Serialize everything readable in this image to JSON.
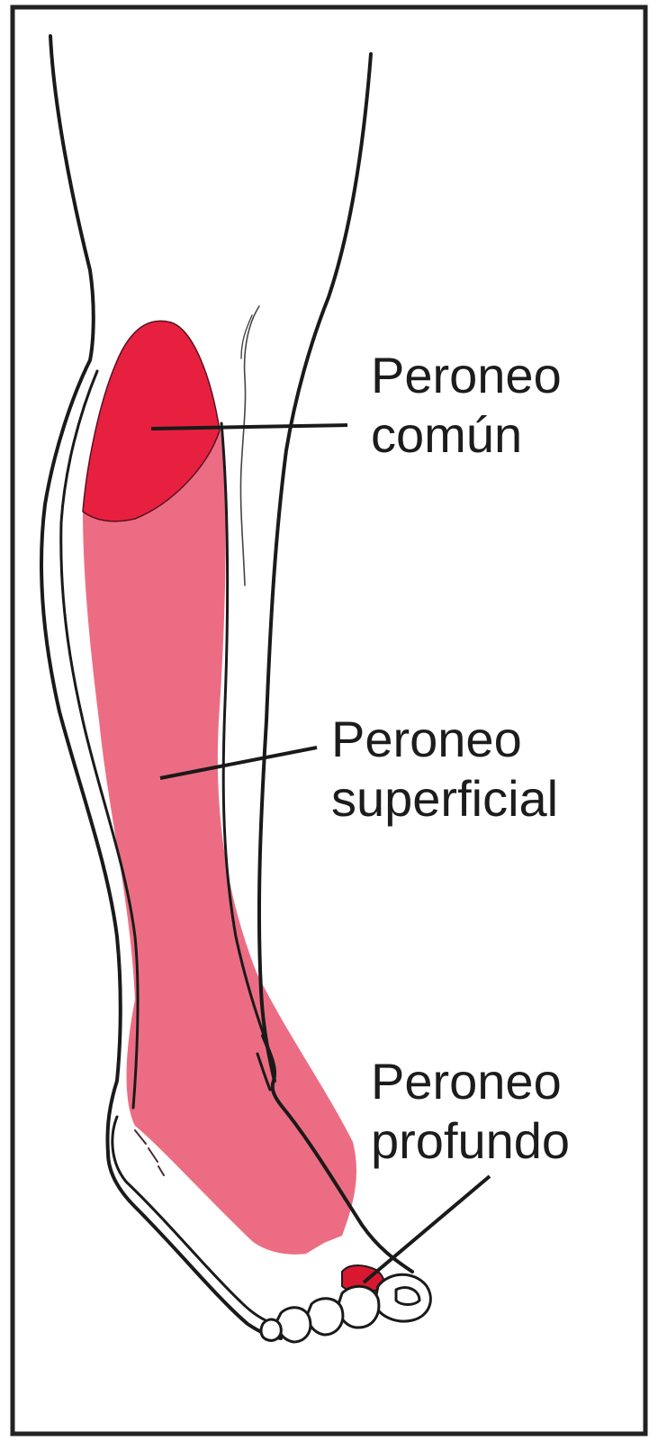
{
  "labels": {
    "common_peroneal": {
      "line1": "Peroneo",
      "line2": "común"
    },
    "superficial_peroneal": {
      "line1": "Peroneo",
      "line2": "superficial"
    },
    "deep_peroneal": {
      "line1": "Peroneo",
      "line2": "profundo"
    }
  },
  "colors": {
    "common_peroneal_region": "#e8203f",
    "superficial_peroneal_region": "#ec6d83",
    "deep_peroneal_region": "#d81830",
    "outline": "#1a1a1a",
    "frame": "#222222",
    "paper": "#ffffff"
  }
}
